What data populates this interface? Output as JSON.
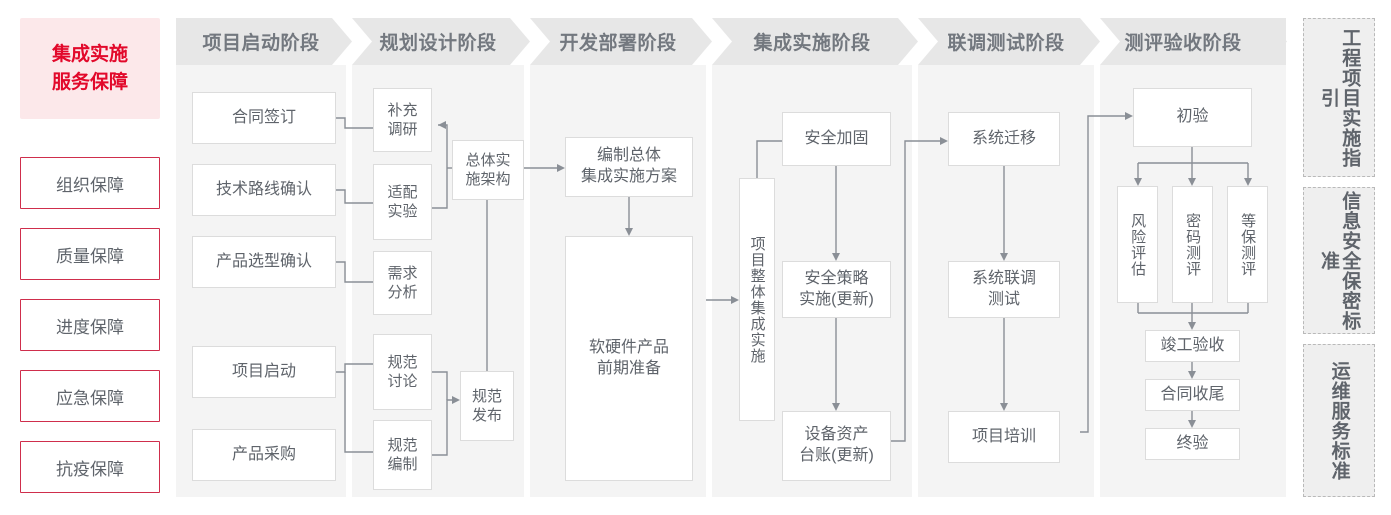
{
  "hero": {
    "label": "集成实施\n服务保障",
    "text_color": "#e2092b",
    "bg_color": "#fce8ea"
  },
  "guarantees": [
    {
      "label": "组织保障"
    },
    {
      "label": "质量保障"
    },
    {
      "label": "进度保障"
    },
    {
      "label": "应急保障"
    },
    {
      "label": "抗疫保障"
    }
  ],
  "stages": [
    {
      "id": "start",
      "header": "项目启动阶段"
    },
    {
      "id": "plan",
      "header": "规划设计阶段"
    },
    {
      "id": "deploy",
      "header": "开发部署阶段"
    },
    {
      "id": "integ",
      "header": "集成实施阶段"
    },
    {
      "id": "joint",
      "header": "联调测试阶段"
    },
    {
      "id": "accept",
      "header": "测评验收阶段"
    }
  ],
  "tasks": {
    "start": [
      {
        "label": "合同签订"
      },
      {
        "label": "技术路线确认"
      },
      {
        "label": "产品选型确认"
      },
      {
        "label": "项目启动"
      },
      {
        "label": "产品采购"
      }
    ],
    "plan": [
      {
        "label": "补充\n调研"
      },
      {
        "label": "适配\n实验"
      },
      {
        "label": "需求\n分析"
      },
      {
        "label": "规范\n讨论"
      },
      {
        "label": "规范\n编制"
      },
      {
        "label": "总体实\n施架构"
      },
      {
        "label": "规范\n发布"
      }
    ],
    "deploy": [
      {
        "label": "编制总体\n集成实施方案"
      },
      {
        "label": "软硬件产品\n前期准备"
      }
    ],
    "integ": [
      {
        "label": "项目整体集成实施",
        "vertical": true
      },
      {
        "label": "安全加固"
      },
      {
        "label": "安全策略\n实施(更新)"
      },
      {
        "label": "设备资产\n台账(更新)"
      }
    ],
    "joint": [
      {
        "label": "系统迁移"
      },
      {
        "label": "系统联调\n测试"
      },
      {
        "label": "项目培训"
      }
    ],
    "accept": [
      {
        "label": "初验"
      },
      {
        "label": "风险评估",
        "vertical": true
      },
      {
        "label": "密码测评",
        "vertical": true
      },
      {
        "label": "等保测评",
        "vertical": true
      },
      {
        "label": "竣工验收"
      },
      {
        "label": "合同收尾"
      },
      {
        "label": "终验"
      }
    ]
  },
  "standards": [
    {
      "label": "工程项目实施指引"
    },
    {
      "label": "信息安全保密标准"
    },
    {
      "label": "运维服务标准"
    }
  ],
  "colors": {
    "accent_red": "#cf2e4c",
    "hero_red": "#e2092b",
    "panel_bg": "#f4f4f4",
    "header_bg": "#e7e7e7",
    "box_border": "#dcdcdc",
    "text": "#5f646b",
    "wire": "#8a8f96"
  }
}
